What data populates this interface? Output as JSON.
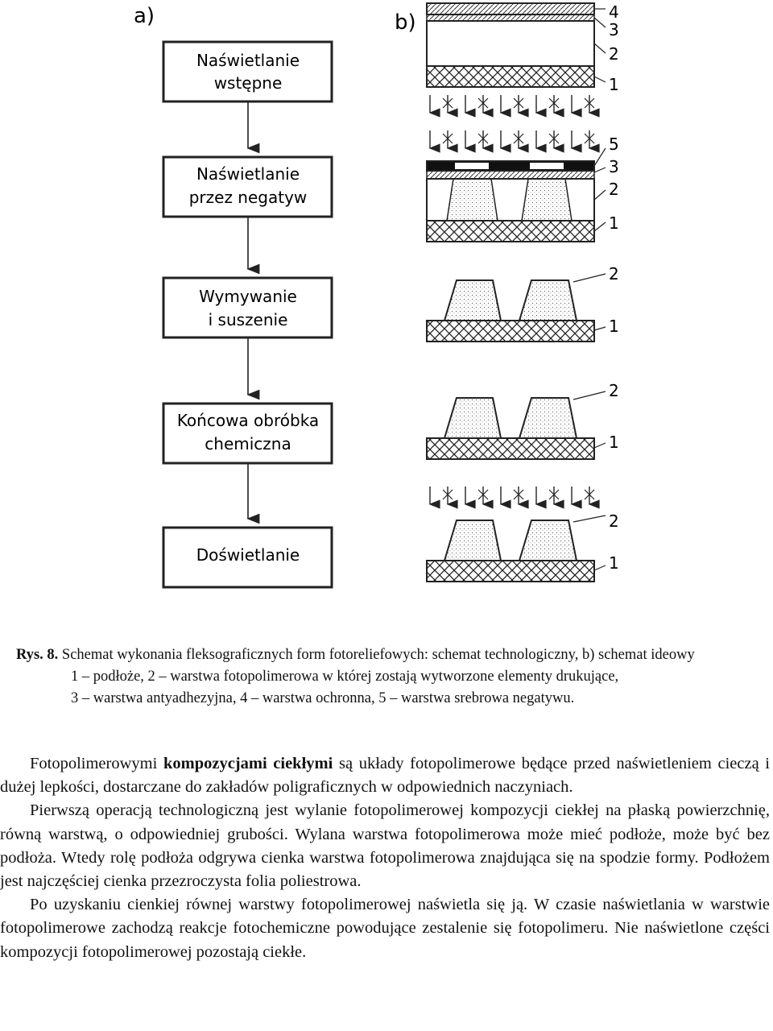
{
  "figure": {
    "label_a": "a)",
    "label_b": "b)",
    "steps": [
      [
        "Naświetlanie",
        "wstępne"
      ],
      [
        "Naświetlanie",
        "przez negatyw"
      ],
      [
        "Wymywanie",
        "i suszenie"
      ],
      [
        "Końcowa obróbka",
        "chemiczna"
      ],
      [
        "Doświetlanie"
      ]
    ],
    "layer_numbers": {
      "s1": [
        "4",
        "3",
        "2",
        "1"
      ],
      "s2": [
        "5",
        "3",
        "2",
        "1"
      ],
      "s3": [
        "2",
        "1"
      ],
      "s4": [
        "2",
        "1"
      ],
      "s5": [
        "2",
        "1"
      ]
    }
  },
  "caption": {
    "rys": "Rys. 8.",
    "line1": "Schemat wykonania fleksograficznych form fotoreliefowych: schemat technologiczny, b) schemat ideowy",
    "line2": "1 – podłoże, 2 – warstwa fotopolimerowa w której zostają wytworzone elementy drukujące,",
    "line3": "3 – warstwa antyadhezyjna, 4 – warstwa ochronna, 5 – warstwa srebrowa negatywu."
  },
  "body": {
    "p1_start": "Fotopolimerowymi",
    "p1_bold": "kompozycjami ciekłymi",
    "p1_rest": "są układy fotopolimerowe będące przed naświetleniem cieczą i dużej lepkości, dostarczane do zakładów poligraficznych w odpowiednich naczyniach.",
    "p2": "Pierwszą operacją technologiczną jest wylanie fotopolimerowej kompozycji ciekłej na płaską powierzchnię, równą warstwą, o odpowiedniej grubości. Wylana warstwa fotopolimerowa może mieć podłoże, może być bez podłoża. Wtedy rolę podłoża odgrywa cienka warstwa fotopolimerowa znajdująca się na spodzie formy. Podłożem jest najczęściej cienka przezroczysta folia poliestrowa.",
    "p3": "Po uzyskaniu cienkiej równej warstwy fotopolimerowej naświetla się ją. W czasie naświetlania w warstwie fotopolimerowe zachodzą reakcje fotochemiczne powodujące zestalenie się fotopolimeru. Nie naświetlone części kompozycji fotopolimerowej pozostają ciekłe."
  }
}
